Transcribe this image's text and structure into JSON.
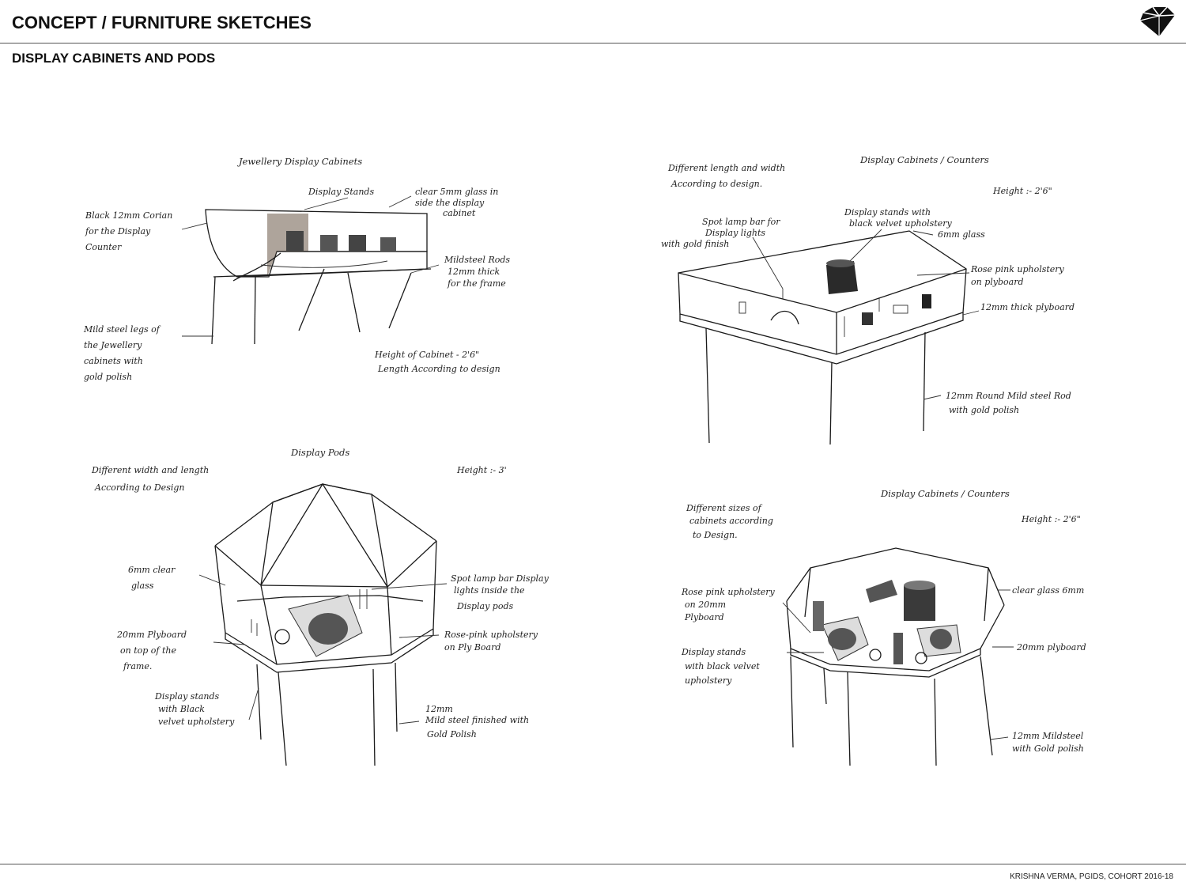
{
  "header": {
    "title": "CONCEPT / FURNITURE SKETCHES",
    "subtitle": "DISPLAY CABINETS AND PODS",
    "logo_icon": "diamond-logo-icon"
  },
  "footer": {
    "credit": "KRISHNA VERMA, PGIDS, COHORT 2016-18"
  },
  "sketch1": {
    "title": "Jewellery Display Cabinets",
    "label_counter": [
      "Black 12mm Corian",
      "for the Display",
      "Counter"
    ],
    "label_stands": "Display Stands",
    "label_glass": [
      "clear 5mm glass in",
      "side the display",
      "cabinet"
    ],
    "label_rods": [
      "Mildsteel Rods",
      "12mm thick",
      "for the frame"
    ],
    "label_legs": [
      "Mild steel legs of",
      "the Jewellery",
      "cabinets with",
      "gold polish"
    ],
    "label_height": [
      "Height of Cabinet - 2'6\"",
      "Length According to design"
    ]
  },
  "sketch2": {
    "title": "Display Cabinets / Counters",
    "label_size": [
      "Different length and width",
      "According to design."
    ],
    "label_height": "Height :- 2'6\"",
    "label_spot": [
      "Spot lamp bar for",
      "Display lights",
      "with gold finish"
    ],
    "label_stands": [
      "Display stands with",
      "black velvet upholstery"
    ],
    "label_glass": "6mm glass",
    "label_upholstery": [
      "Rose pink upholstery",
      "on plyboard"
    ],
    "label_ply": "12mm thick plyboard",
    "label_rod": [
      "12mm Round Mild steel Rod",
      "with gold polish"
    ]
  },
  "sketch3": {
    "title": "Display Pods",
    "label_size": [
      "Different width and length",
      "According to Design"
    ],
    "label_height": "Height :- 3'",
    "label_glass": [
      "6mm clear",
      "glass"
    ],
    "label_spot": [
      "Spot lamp bar Display",
      "lights inside the",
      "Display pods"
    ],
    "label_ply": [
      "20mm Plyboard",
      "on top of the",
      "frame."
    ],
    "label_upholstery": [
      "Rose-pink upholstery",
      "on Ply Board"
    ],
    "label_stands": [
      "Display stands",
      "with Black",
      "velvet upholstery"
    ],
    "label_steel": [
      "12mm",
      "Mild steel finished with",
      "Gold Polish"
    ]
  },
  "sketch4": {
    "title": "Display Cabinets / Counters",
    "label_size": [
      "Different sizes of",
      "cabinets according",
      "to Design."
    ],
    "label_height": "Height :- 2'6\"",
    "label_upholstery": [
      "Rose pink upholstery",
      "on 20mm",
      "Plyboard"
    ],
    "label_glass": "clear glass 6mm",
    "label_ply": "20mm plyboard",
    "label_stands": [
      "Display stands",
      "with black velvet",
      "upholstery"
    ],
    "label_steel": [
      "12mm Mildsteel",
      "with Gold polish"
    ]
  }
}
